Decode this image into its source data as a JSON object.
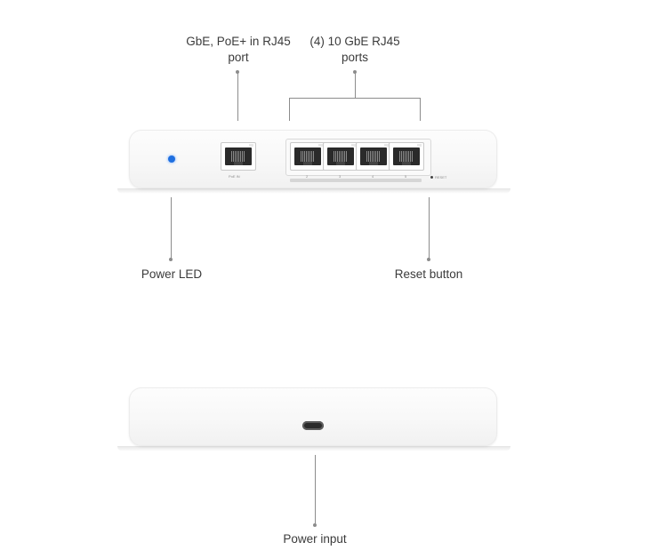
{
  "callouts": {
    "uplink": {
      "line1": "GbE, PoE+ in RJ45",
      "line2": "port"
    },
    "ports": {
      "line1": "(4) 10 GbE RJ45",
      "line2": "ports"
    },
    "power_led": "Power LED",
    "reset_button": "Reset button",
    "power_input": "Power input"
  },
  "device_front": {
    "uplink_port_label": "PoE IN",
    "port_numbers": [
      "2",
      "3",
      "4",
      "5"
    ],
    "reset_label": "RESET",
    "led_color": "#1f6fe0"
  },
  "icons": [
    "power-led-indicator",
    "rj45-port-icon",
    "usb-c-port-icon",
    "reset-hole-icon"
  ]
}
